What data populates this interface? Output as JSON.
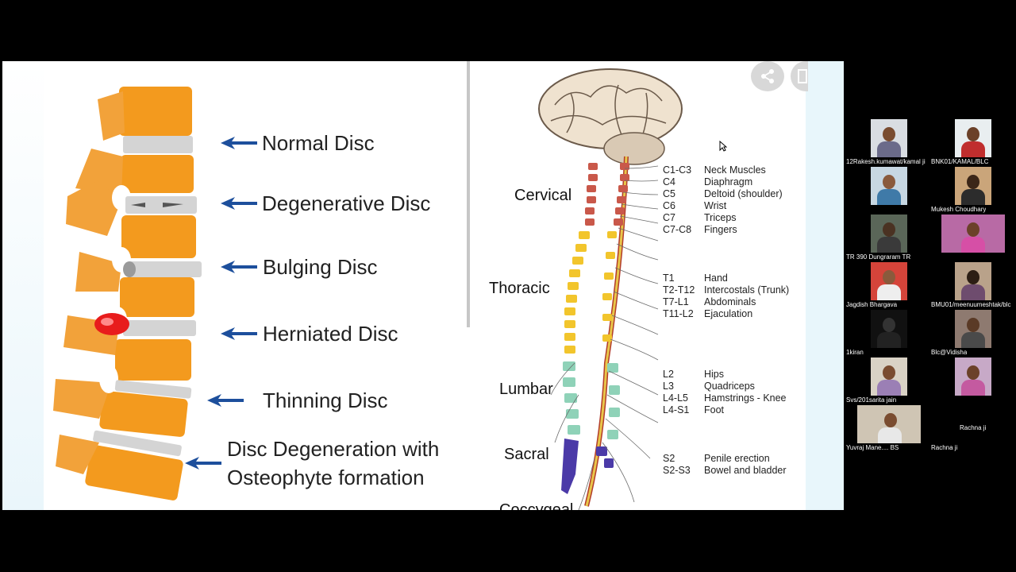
{
  "slide": {
    "disc_labels": [
      {
        "text": "Normal Disc"
      },
      {
        "text": "Degenerative Disc"
      },
      {
        "text": "Bulging Disc"
      },
      {
        "text": "Herniated Disc"
      },
      {
        "text": "Thinning Disc"
      },
      {
        "text": "Disc Degeneration with"
      },
      {
        "text": "Osteophyte formation"
      }
    ],
    "regions": [
      "Cervical",
      "Thoracic",
      "Lumbar",
      "Sacral",
      "Coccygeal"
    ],
    "nerves": [
      {
        "code": "C1-C3",
        "fn": "Neck Muscles"
      },
      {
        "code": "C4",
        "fn": "Diaphragm"
      },
      {
        "code": "C5",
        "fn": "Deltoid (shoulder)"
      },
      {
        "code": "C6",
        "fn": "Wrist"
      },
      {
        "code": "C7",
        "fn": "Triceps"
      },
      {
        "code": "C7-C8",
        "fn": "Fingers"
      },
      {
        "code": "T1",
        "fn": "Hand"
      },
      {
        "code": "T2-T12",
        "fn": "Intercostals (Trunk)"
      },
      {
        "code": "T7-L1",
        "fn": "Abdominals"
      },
      {
        "code": "T11-L2",
        "fn": "Ejaculation"
      },
      {
        "code": "L2",
        "fn": "Hips"
      },
      {
        "code": "L3",
        "fn": "Quadriceps"
      },
      {
        "code": "L4-L5",
        "fn": "Hamstrings - Knee"
      },
      {
        "code": "L4-S1",
        "fn": "Foot"
      },
      {
        "code": "S2",
        "fn": "Penile erection"
      },
      {
        "code": "S2-S3",
        "fn": "Bowel and bladder"
      }
    ],
    "colors": {
      "vertebra": "#f39a1e",
      "disc": "#d4d4d4",
      "arrow": "#1d4f9c",
      "herniation": "#e81c1c"
    }
  },
  "controls": {
    "share_icon": "share-icon",
    "exit_icon": "exit-icon"
  },
  "participants": [
    {
      "name": "12Rakesh.kumawat/kamal ji"
    },
    {
      "name": "BNK01/KAMAL/BLC"
    },
    {
      "name": ""
    },
    {
      "name": "Mukesh Choudhary"
    },
    {
      "name": "TR 390 Dungraram TR"
    },
    {
      "name": ""
    },
    {
      "name": "Jagdish Bhargava"
    },
    {
      "name": "BMU01/meenuumeshtak/blc"
    },
    {
      "name": "1kiran"
    },
    {
      "name": "Blc@Vidisha"
    },
    {
      "name": "Svs/201sarita jain"
    },
    {
      "name": ""
    },
    {
      "name": "Yuvraj Mane.... BS"
    },
    {
      "name": "Rachna ji"
    }
  ],
  "rachna_center_label": "Rachna ji"
}
